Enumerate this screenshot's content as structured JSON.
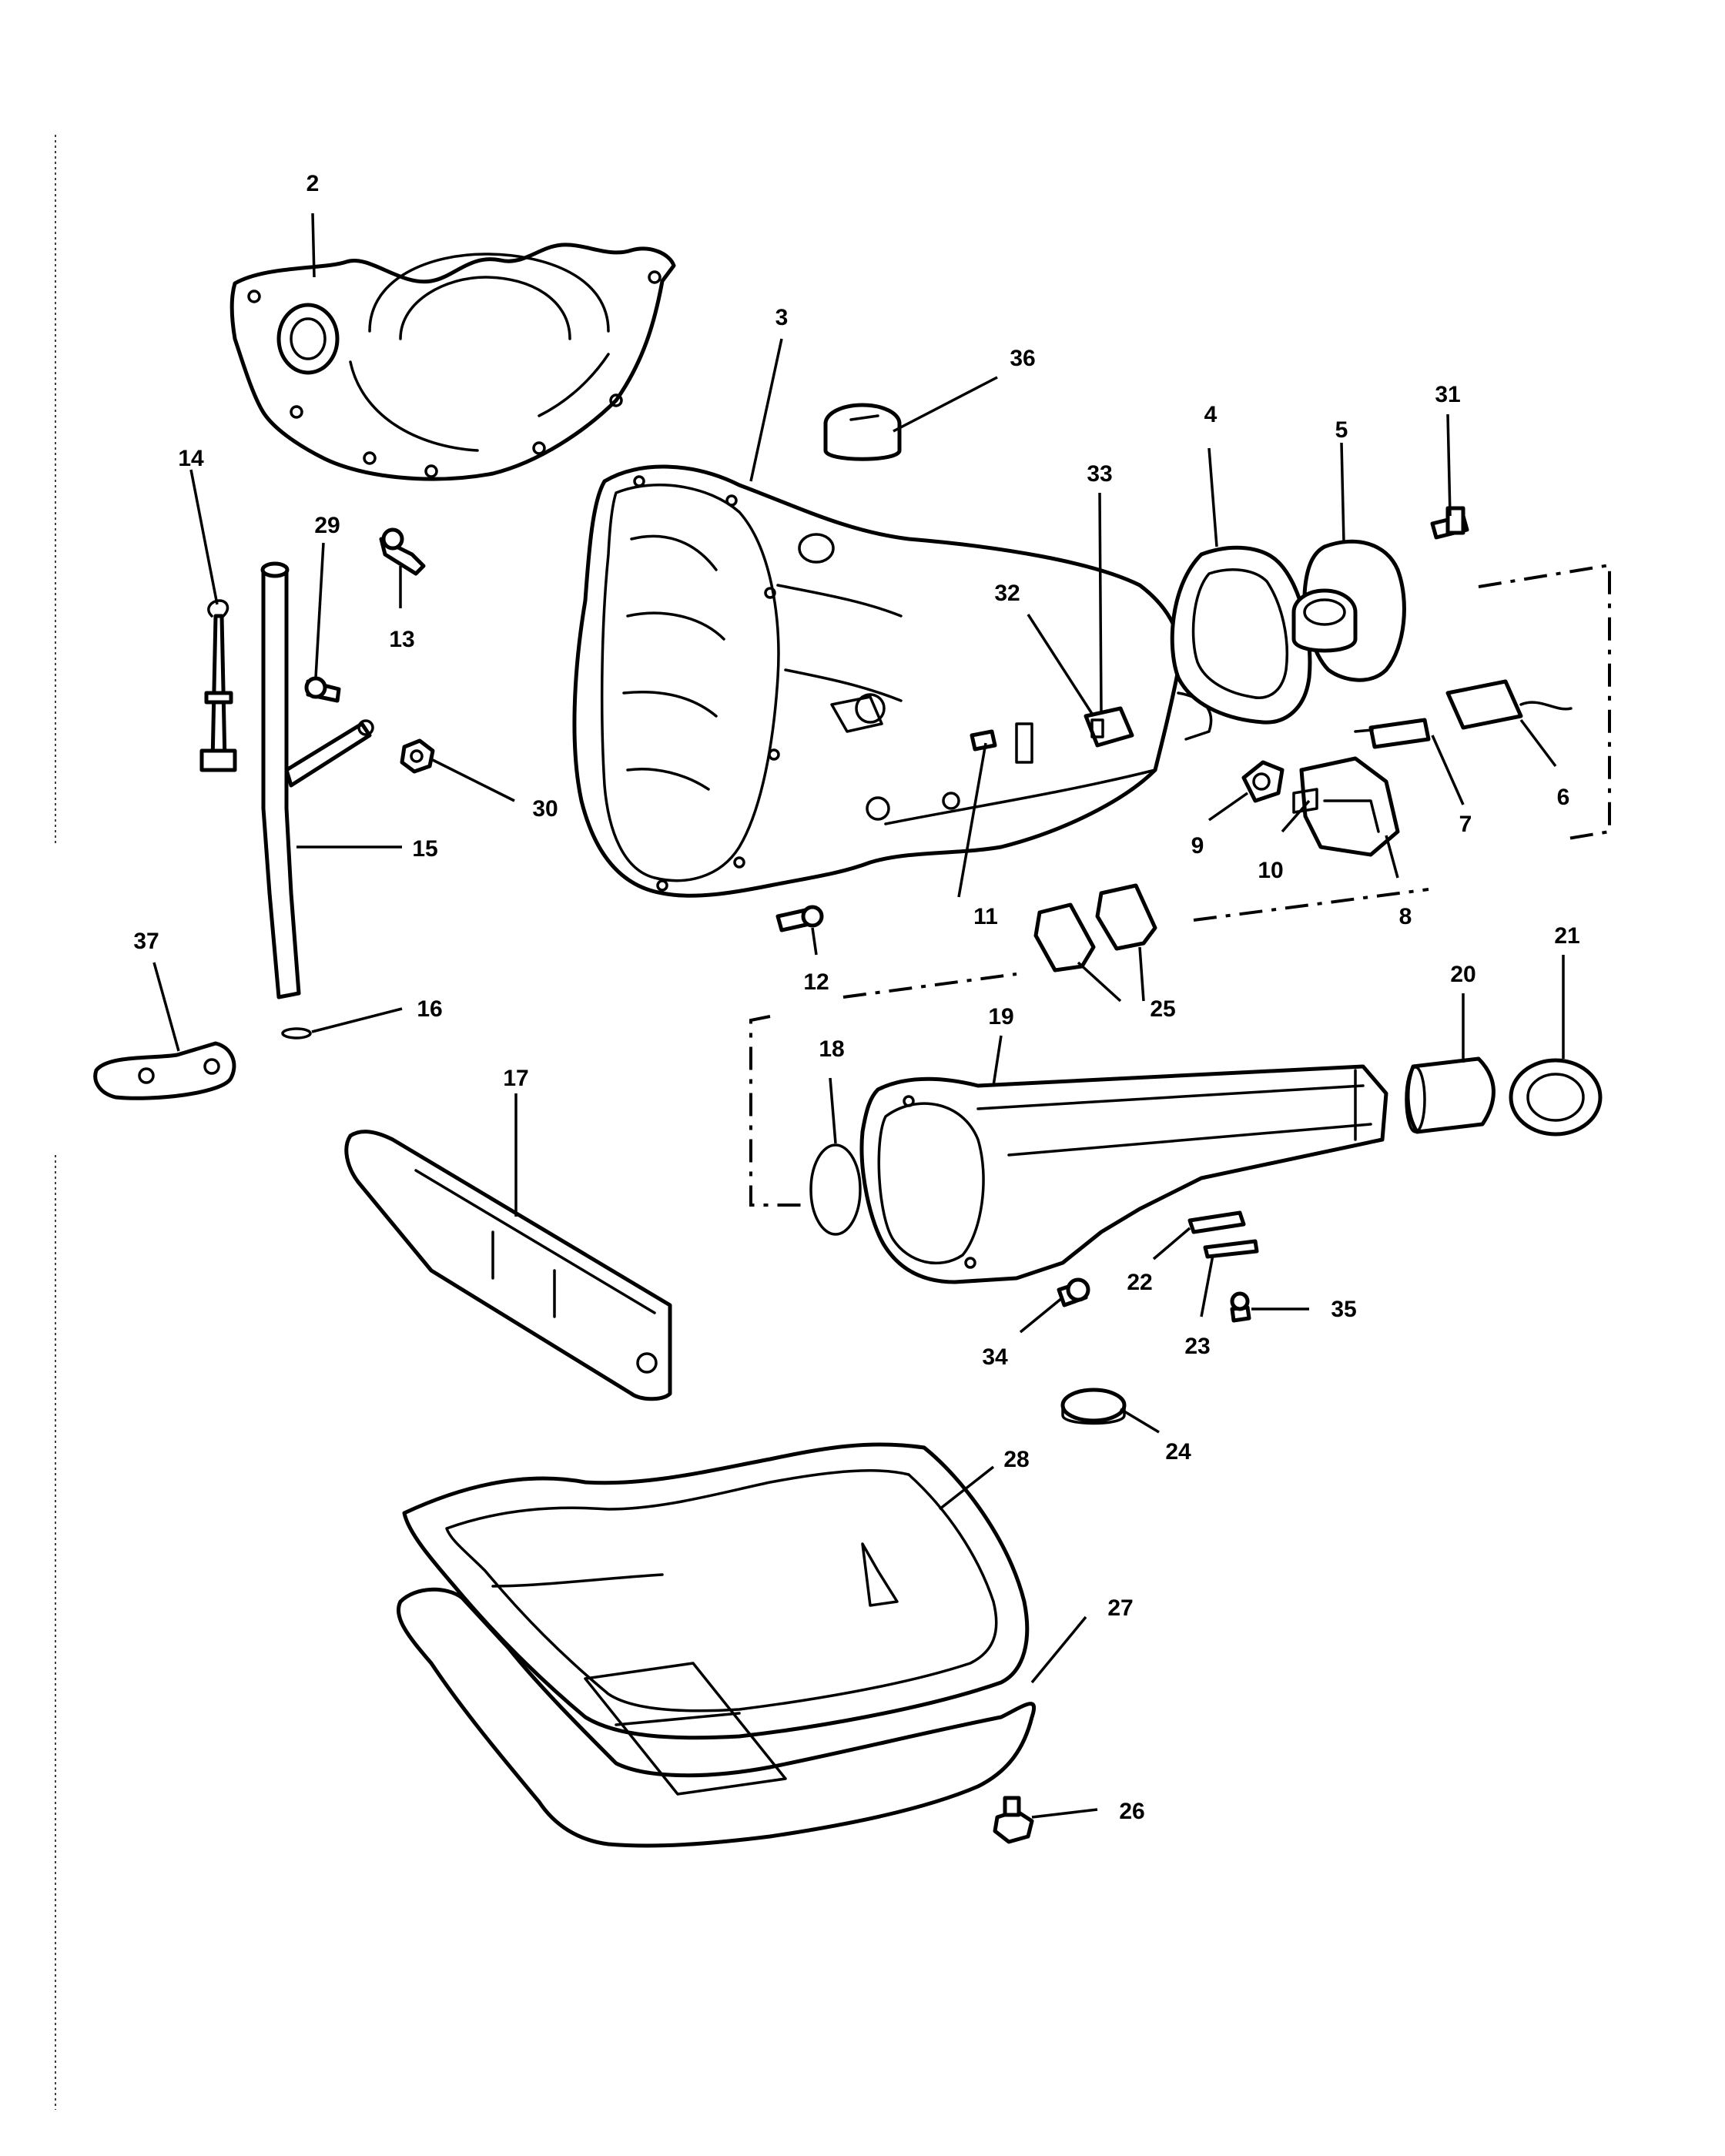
{
  "callouts": [
    "2",
    "3",
    "4",
    "5",
    "6",
    "7",
    "8",
    "9",
    "10",
    "11",
    "12",
    "13",
    "14",
    "15",
    "16",
    "17",
    "18",
    "19",
    "20",
    "21",
    "22",
    "23",
    "24",
    "25",
    "26",
    "27",
    "28",
    "29",
    "30",
    "31",
    "32",
    "33",
    "34",
    "35",
    "36",
    "37"
  ]
}
